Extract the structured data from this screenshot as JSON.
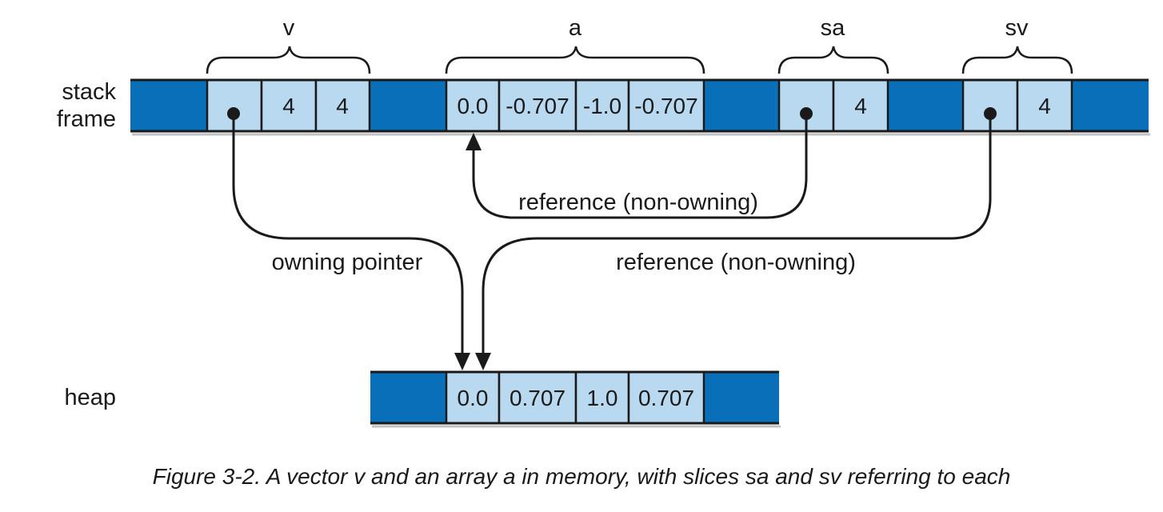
{
  "colors": {
    "dark": "#0a6fb9",
    "light": "#b8d9ef",
    "border": "#1a1a1a"
  },
  "row_labels": {
    "stack_line1": "stack",
    "stack_line2": "frame",
    "heap": "heap"
  },
  "brace_labels": {
    "v": "v",
    "a": "a",
    "sa": "sa",
    "sv": "sv"
  },
  "stack_cells": {
    "v_len": "4",
    "v_cap": "4",
    "a0": "0.0",
    "a1": "-0.707",
    "a2": "-1.0",
    "a3": "-0.707",
    "sa_len": "4",
    "sv_len": "4"
  },
  "heap_cells": {
    "h0": "0.0",
    "h1": "0.707",
    "h2": "1.0",
    "h3": "0.707"
  },
  "arrow_labels": {
    "sa_ref": "reference (non-owning)",
    "owning": "owning pointer",
    "sv_ref": "reference (non-owning)"
  },
  "caption": "Figure 3-2. A vector v and an array a in memory, with slices sa and sv referring to each"
}
